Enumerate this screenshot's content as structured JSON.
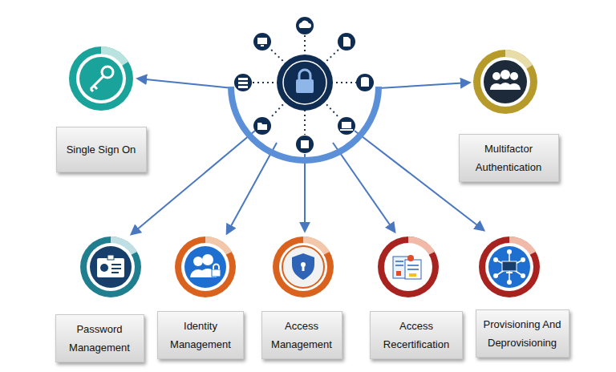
{
  "diagram": {
    "nodes": [
      {
        "text": [
          "Single Sign On"
        ]
      },
      {
        "text": [
          "Multifactor Authentication"
        ]
      },
      {
        "text": [
          "Password Management"
        ]
      },
      {
        "text": [
          "Identity Management"
        ]
      },
      {
        "text": [
          "Access Management"
        ]
      },
      {
        "text": [
          "Access Recertification"
        ]
      },
      {
        "text": [
          "Provisioning And Deprovisioning"
        ]
      }
    ]
  }
}
